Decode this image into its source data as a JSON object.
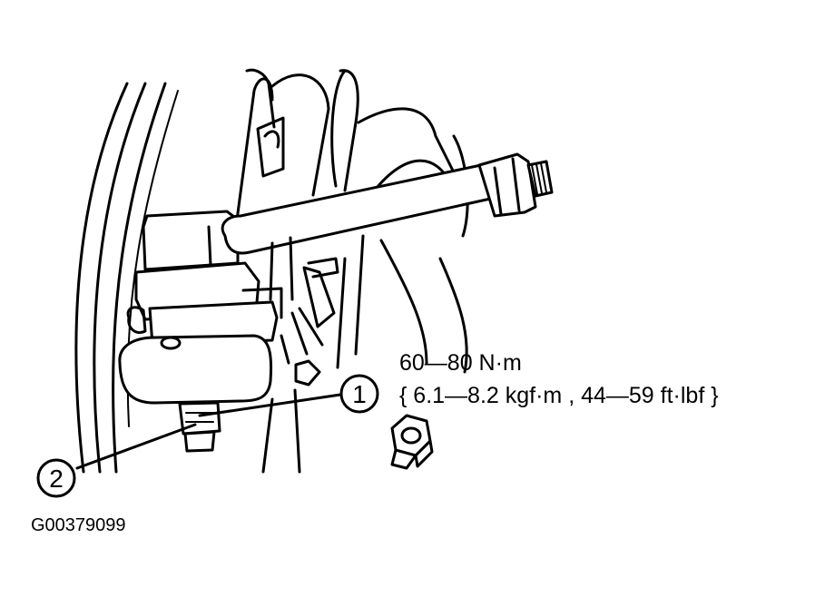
{
  "torque_spec": {
    "line1": "60—80 N·m",
    "line2": "{ 6.1—8.2 kgf·m , 44—59 ft·lbf }"
  },
  "callouts": [
    {
      "number": "1"
    },
    {
      "number": "2"
    }
  ],
  "figure_id": "G00379099",
  "icons": {
    "nut": "hex-nut-icon"
  }
}
